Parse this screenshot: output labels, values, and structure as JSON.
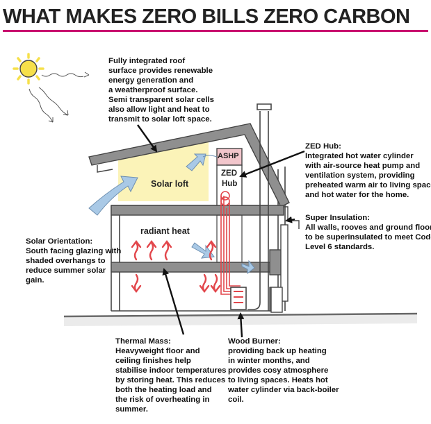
{
  "title": "WHAT MAKES ZERO BILLS ZERO CARBON",
  "colors": {
    "accent_rule": "#c8106e",
    "heat_red": "#e2474c",
    "air_blue": "#a9c9e6",
    "sun_yellow": "#f6e04a",
    "loft_yellow": "#fbf3b8",
    "wall_grey": "#8f8f8f",
    "hub_pink": "#f2c6cc"
  },
  "diagram": {
    "labels": {
      "solar_loft": "Solar loft",
      "ashp": "ASHP",
      "zed_hub_line1": "ZED",
      "zed_hub_line2": "Hub",
      "radiant_heat": "radiant heat"
    },
    "icons": [
      "sun-icon",
      "house-section",
      "air-flow-arrow",
      "heat-arrow"
    ]
  },
  "annotations": {
    "roof": [
      "Fully integrated roof",
      "surface provides renewable",
      "energy generation and",
      "a weatherproof surface.",
      "Semi transparent solar cells",
      "also allow light and heat to",
      "transmit to solar loft space."
    ],
    "zed_hub": [
      "ZED Hub:",
      "Integrated hot water cylinder",
      "with air-source heat pump and",
      "ventilation system, providing",
      "preheated warm air to living spaces,",
      "and hot water for the home."
    ],
    "super_insulation": [
      "Super Insulation:",
      "All walls, rooves and ground floors",
      "to be superinsulated to meet Code",
      "Level 6 standards."
    ],
    "solar_orientation": [
      "Solar Orientation:",
      "South facing glazing with",
      "shaded overhangs to",
      "reduce summer solar",
      "gain."
    ],
    "thermal_mass": [
      "Thermal  Mass:",
      "Heavyweight floor and",
      "ceiling finishes help",
      "stabilise indoor temperatures",
      "by storing heat.  This reduces",
      "both the heating load and",
      "the risk of overheating in",
      "summer."
    ],
    "wood_burner": [
      "Wood Burner:",
      "providing back up heating",
      "in winter months, and",
      "provides cosy atmosphere",
      "to living spaces.  Heats hot",
      "water cylinder via back-boiler",
      "coil."
    ]
  }
}
